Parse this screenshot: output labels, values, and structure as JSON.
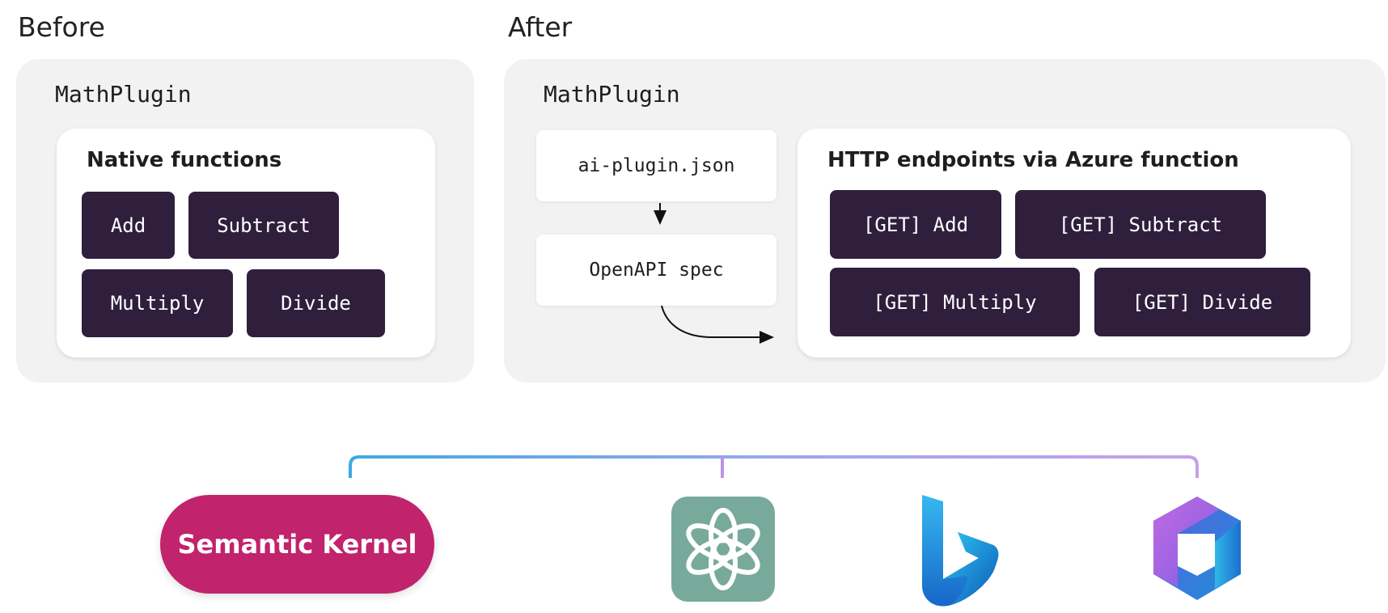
{
  "before": {
    "title": "Before",
    "plugin": "MathPlugin",
    "card_title": "Native functions",
    "functions": [
      "Add",
      "Subtract",
      "Multiply",
      "Divide"
    ]
  },
  "after": {
    "title": "After",
    "plugin": "MathPlugin",
    "manifest": "ai-plugin.json",
    "spec": "OpenAPI spec",
    "card_title": "HTTP endpoints via Azure function",
    "functions": [
      "[GET] Add",
      "[GET] Subtract",
      "[GET] Multiply",
      "[GET] Divide"
    ]
  },
  "kernel": {
    "label": "Semantic Kernel",
    "color": "#c2236d"
  },
  "colors": {
    "function_bg": "#2f1f3d",
    "panel_bg": "#f2f2f2",
    "line_blue": "#3ca9e2",
    "line_purple": "#b995e8"
  },
  "consumers": [
    {
      "icon": "chatgpt-icon"
    },
    {
      "icon": "bing-icon"
    },
    {
      "icon": "microsoft365-icon"
    }
  ]
}
